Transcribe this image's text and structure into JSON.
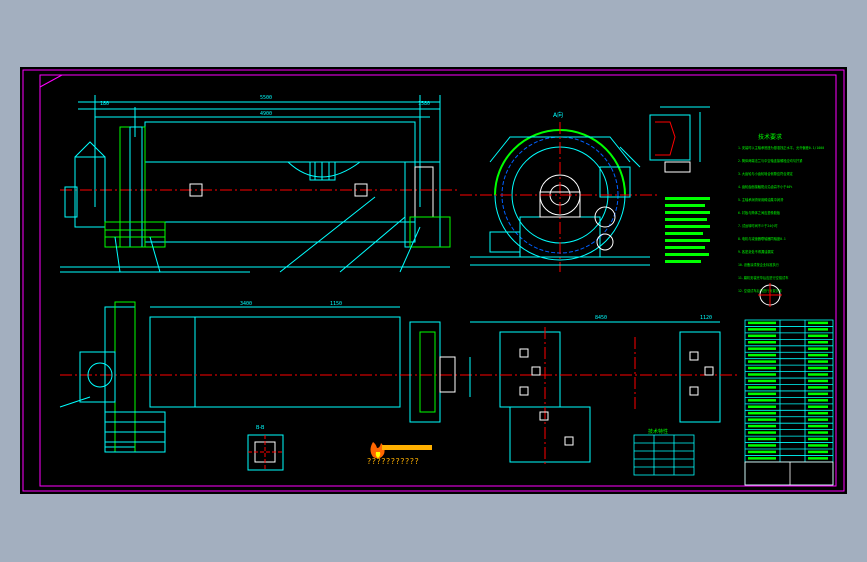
{
  "drawing": {
    "view_a_label": "A向",
    "main_length_dim": "5500",
    "shell_length_dim": "4900",
    "dim_180": "180",
    "dim_1580": "1580",
    "bottom_dim_1": "3400",
    "bottom_dim_2": "1150",
    "foundation_dim": "8450",
    "foundation_dim_2": "1120",
    "section_label": "B-B",
    "tech_requirements_title": "技术要求",
    "tech_requirements": [
      "1.安装时以主轴承底座为基准找正水平，允许偏差0.1/1000",
      "2.筒体两端法兰与中空轴连接螺栓应均匀拧紧",
      "3.大齿轮与小齿轮啮合侧隙应符合规定",
      "4.齿轮齿面接触斑点沿齿高不小于40%",
      "5.主轴承润滑采用稀油集中润滑",
      "6.衬板与筒体之间应垫橡胶板",
      "7.试运转时间不少于24小时",
      "8.电机与减速器联轴器同轴度0.1",
      "9.各密封处不得漏油漏浆",
      "10.设备涂漆按企业标准执行",
      "11.磨机安装完毕后应进行空载试车",
      "12.空载试车后再进行负载试车"
    ],
    "spec_table_title": "技术特性",
    "logo_caption": "???????????"
  },
  "colors": {
    "background_outer": "#a3afbf",
    "viewport": "#000000",
    "border": "#ff00ff",
    "line_cyan": "#00ffff",
    "line_green": "#00ff00",
    "line_white": "#ffffff",
    "line_red": "#ff0000",
    "line_yellow": "#ffff00",
    "line_blue": "#0060ff"
  }
}
